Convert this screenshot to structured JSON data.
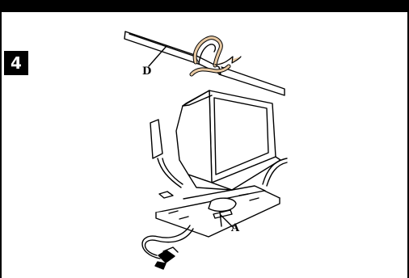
{
  "step": {
    "number": "4"
  },
  "callouts": {
    "d": "D",
    "a": "A"
  },
  "colors": {
    "ink": "#000000",
    "clip": "#e8c9a2",
    "monitor_fill": "#ffffff"
  }
}
